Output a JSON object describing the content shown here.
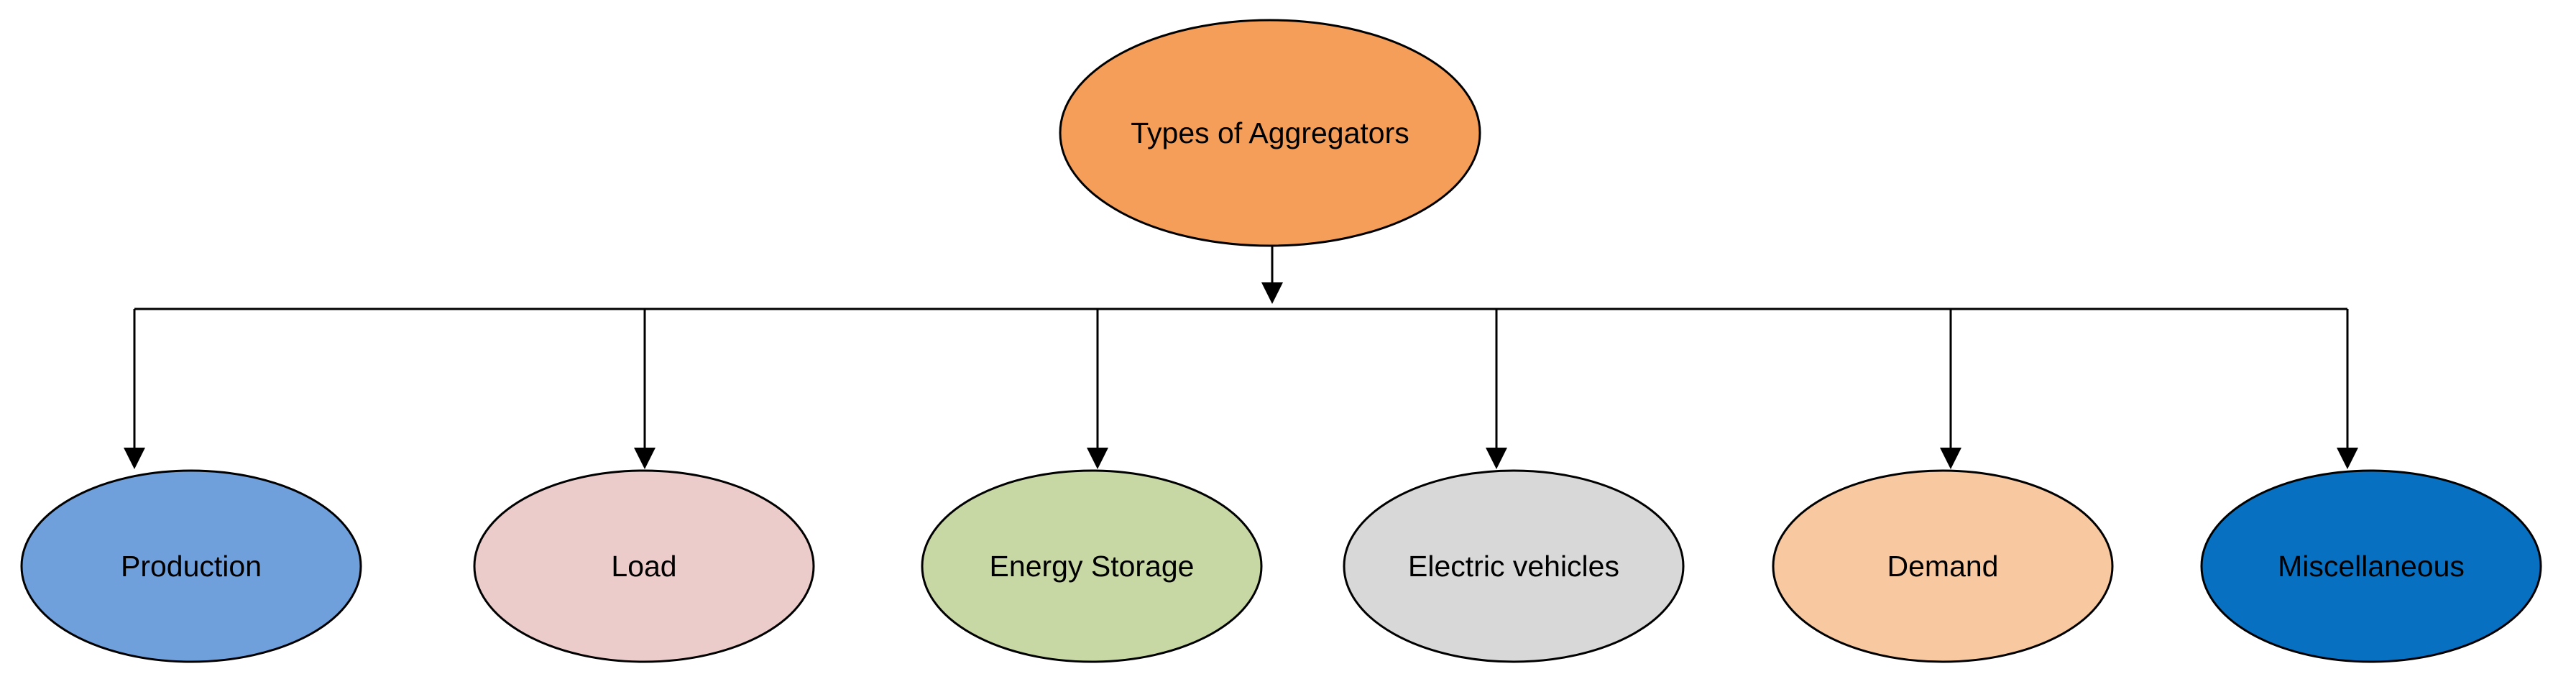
{
  "root": {
    "label": "Types of Aggregators",
    "color": "#f59e5a"
  },
  "children": [
    {
      "label": "Production",
      "color": "#70a0dc"
    },
    {
      "label": "Load",
      "color": "#ecccca"
    },
    {
      "label": "Energy Storage",
      "color": "#c8d8a4"
    },
    {
      "label": "Electric vehicles",
      "color": "#d8d8d8"
    },
    {
      "label": "Demand",
      "color": "#f8c8a0"
    },
    {
      "label": "Miscellaneous",
      "color": "#0870c0"
    }
  ]
}
